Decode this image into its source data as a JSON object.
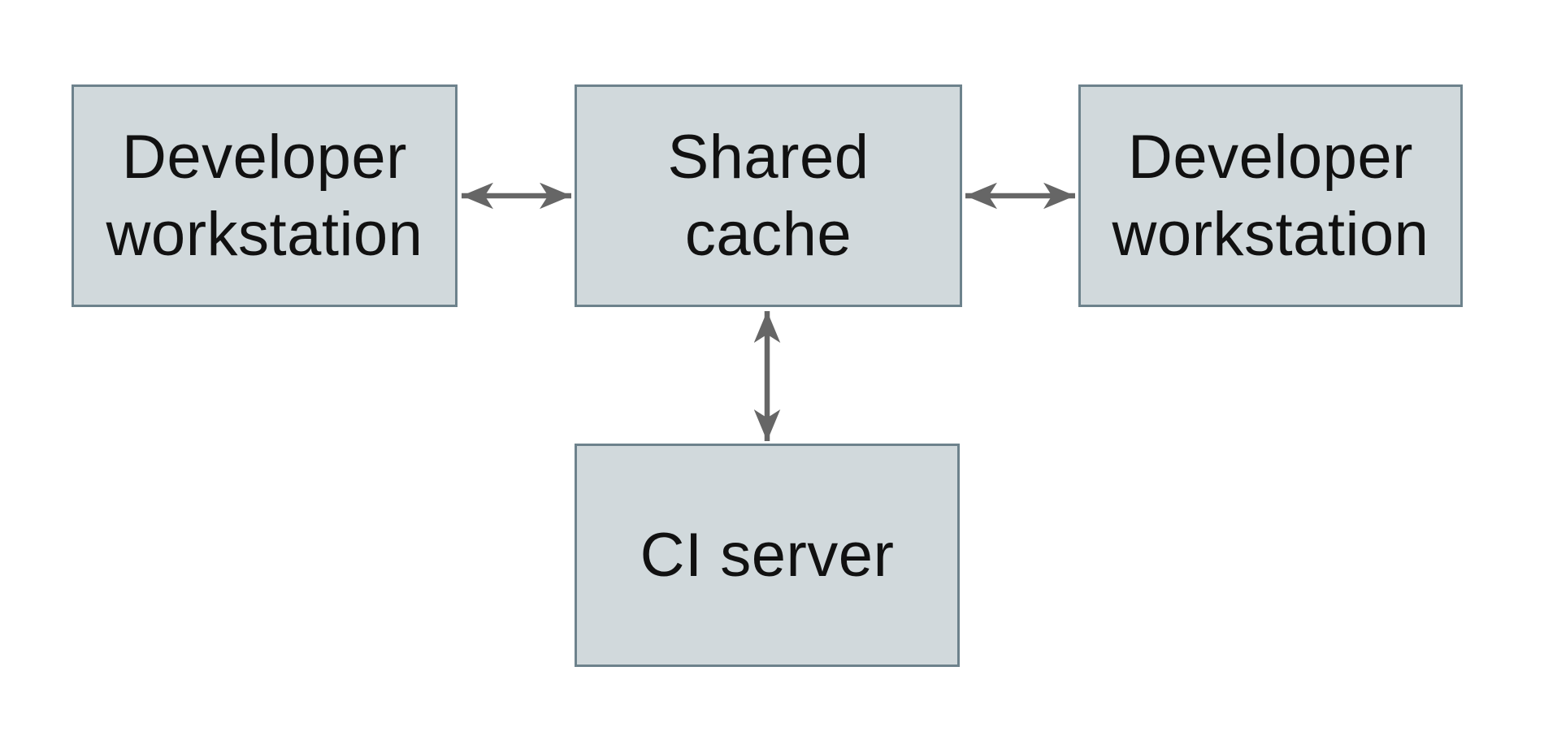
{
  "diagram": {
    "type": "architecture-diagram",
    "nodes": {
      "dev_left": {
        "label": "Developer\nworkstation"
      },
      "shared_cache": {
        "label": "Shared\ncache"
      },
      "dev_right": {
        "label": "Developer\nworkstation"
      },
      "ci_server": {
        "label": "CI server"
      }
    },
    "edges": [
      {
        "from": "dev_left",
        "to": "shared_cache",
        "direction": "bidirectional"
      },
      {
        "from": "shared_cache",
        "to": "dev_right",
        "direction": "bidirectional"
      },
      {
        "from": "shared_cache",
        "to": "ci_server",
        "direction": "bidirectional"
      }
    ],
    "colors": {
      "background": "#ffffff",
      "node_fill": "#d1d9dc",
      "node_border": "#6d828c",
      "arrow": "#666666",
      "text": "#111111"
    }
  }
}
